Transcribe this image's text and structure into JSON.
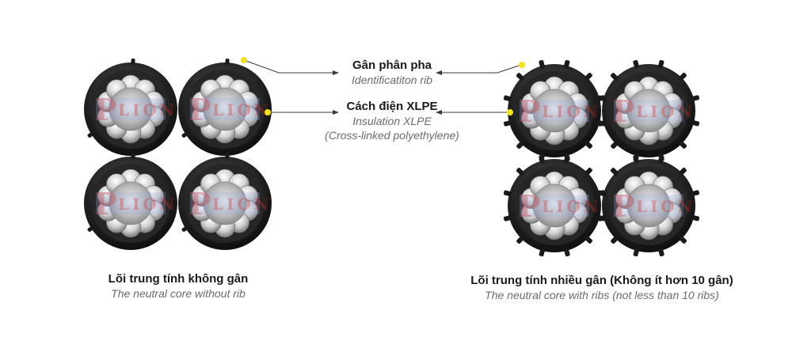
{
  "callouts": {
    "rib": {
      "vn": "Gân phân pha",
      "en": "Identificatiton rib"
    },
    "insulation": {
      "vn": "Cách điện XLPE",
      "en": "Insulation XLPE",
      "en2": "(Cross-linked polyethylene)"
    }
  },
  "captions": {
    "left": {
      "vn": "Lõi trung tính không gân",
      "en": "The neutral core without rib"
    },
    "right": {
      "vn": "Lõi trung tính nhiều gân (Không ít hơn 10 gân)",
      "en": "The neutral core with ribs (not less than 10 ribs)"
    }
  },
  "watermark": "LION",
  "colors": {
    "insulation": "#1c1c1c",
    "conductor": "#d8d8d8",
    "marker": "#f2e21a",
    "leader": "#3a3a3a"
  }
}
